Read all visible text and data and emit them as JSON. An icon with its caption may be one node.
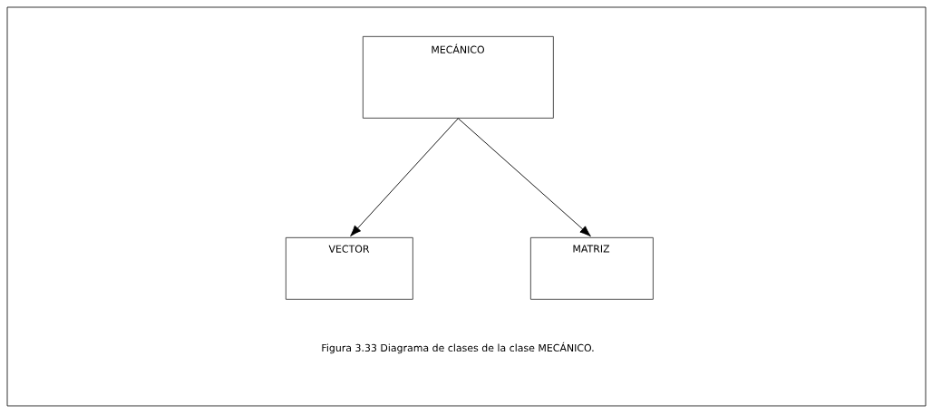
{
  "diagram": {
    "caption": "Figura 3.33 Diagrama de clases de la clase  MECÁNICO.",
    "nodes": [
      {
        "text": [
          "MECÁNICO"
        ]
      },
      {
        "text": [
          "VECTOR"
        ]
      },
      {
        "text": [
          "MATRIZ"
        ]
      }
    ],
    "edges": [
      {
        "from": 0,
        "to": 1,
        "arrow": "to"
      },
      {
        "from": 0,
        "to": 2,
        "arrow": "to"
      }
    ]
  }
}
